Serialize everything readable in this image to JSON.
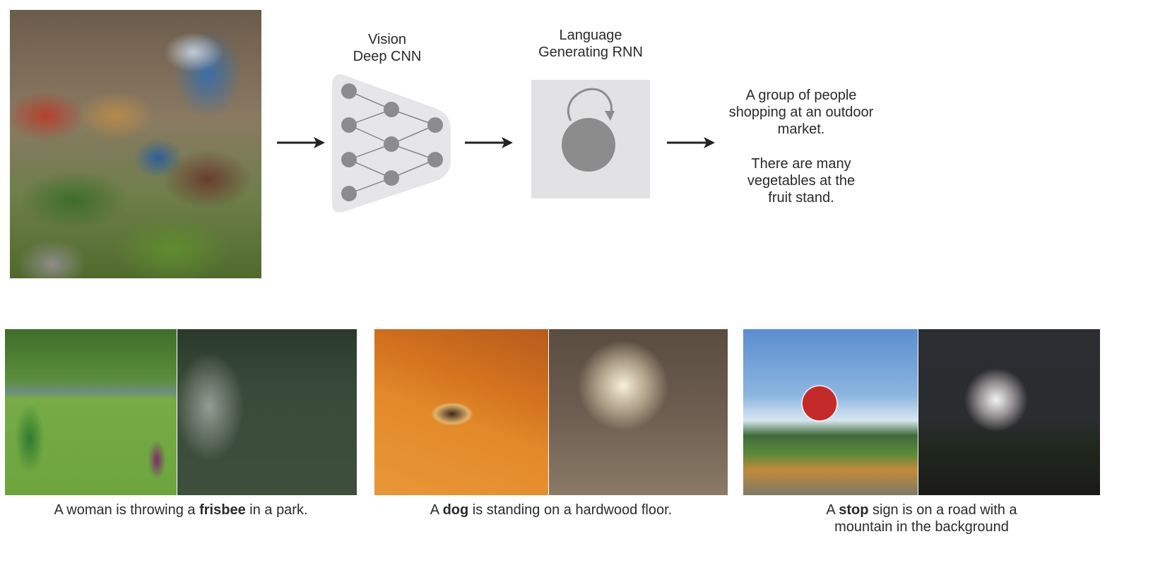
{
  "pipeline": {
    "vision_label_line1": "Vision",
    "vision_label_line2": "Deep CNN",
    "language_label_line1": "Language",
    "language_label_line2": "Generating RNN",
    "output_caption_1_line1": "A group of people",
    "output_caption_1_line2": "shopping at an outdoor",
    "output_caption_1_line3": "market.",
    "output_caption_2_line1": "There are many",
    "output_caption_2_line2": "vegetables at the",
    "output_caption_2_line3": "fruit stand."
  },
  "examples": [
    {
      "caption_before": "A woman is throwing a ",
      "caption_bold": "frisbee",
      "caption_after": " in a park."
    },
    {
      "caption_before": "A ",
      "caption_bold": "dog",
      "caption_after": " is standing on a hardwood floor."
    },
    {
      "caption_before": "A ",
      "caption_bold": "stop",
      "caption_after": " sign is on a road with a",
      "caption_line2": "mountain in the background"
    }
  ],
  "colors": {
    "node_gray": "#8c8c8c",
    "cnn_background": "#e6e6e8",
    "rnn_background": "#e2e2e4",
    "arrow": "#222222"
  }
}
